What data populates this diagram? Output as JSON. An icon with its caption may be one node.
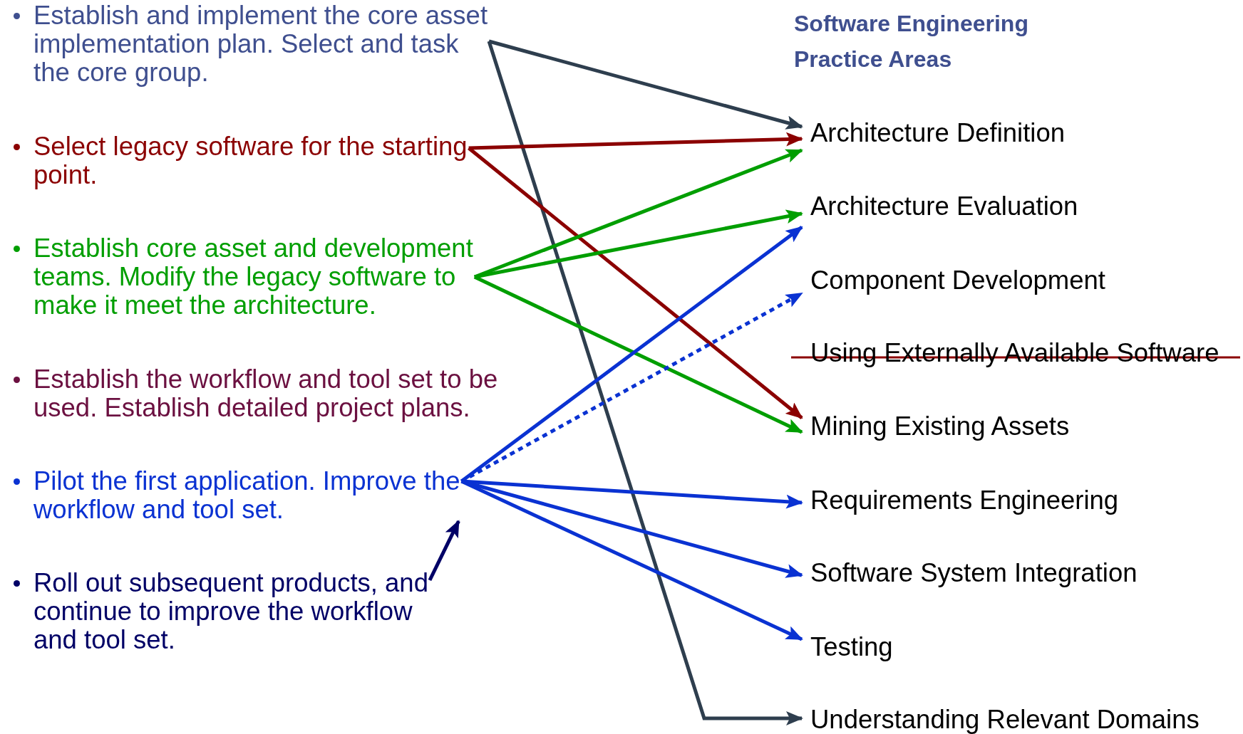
{
  "diagram": {
    "title": "Software Engineering Practice Areas",
    "nodes": [
      {
        "text": [
          "Establish and implement the core asset implementation plan. Select and task the core group."
        ]
      },
      {
        "text": [
          "Select legacy software for the starting point."
        ]
      },
      {
        "text": [
          "Establish core asset and development teams. Modify the legacy software to make it meet the architecture."
        ]
      },
      {
        "text": [
          "Establish the workflow and tool set to be used. Establish detailed project plans."
        ]
      },
      {
        "text": [
          "Pilot the first application. Improve the workflow and tool set."
        ]
      },
      {
        "text": [
          "Roll out subsequent products, and continue to improve the workflow and tool set."
        ]
      },
      {
        "text": [
          "Architecture Definition"
        ]
      },
      {
        "text": [
          "Architecture Evaluation"
        ]
      },
      {
        "text": [
          "Component Development"
        ]
      },
      {
        "text": [
          "Using Externally Available Software"
        ]
      },
      {
        "text": [
          "Mining Existing Assets"
        ]
      },
      {
        "text": [
          "Requirements Engineering"
        ]
      },
      {
        "text": [
          "Software System Integration"
        ]
      },
      {
        "text": [
          "Testing"
        ]
      },
      {
        "text": [
          "Understanding Relevant Domains"
        ]
      }
    ],
    "edges": [
      {
        "from": 0,
        "to": 6,
        "arrow": "to",
        "color": "#2e3e4e"
      },
      {
        "from": 0,
        "to": 14,
        "arrow": "to",
        "color": "#2e3e4e"
      },
      {
        "from": 1,
        "to": 6,
        "arrow": "to",
        "color": "#8b0000"
      },
      {
        "from": 1,
        "to": 10,
        "arrow": "to",
        "color": "#8b0000"
      },
      {
        "from": 2,
        "to": 6,
        "arrow": "to",
        "color": "#009e00"
      },
      {
        "from": 2,
        "to": 7,
        "arrow": "to",
        "color": "#009e00"
      },
      {
        "from": 2,
        "to": 10,
        "arrow": "to",
        "color": "#009e00"
      },
      {
        "from": 4,
        "to": 7,
        "arrow": "to"
      },
      {
        "from": 4,
        "to": 8,
        "arrow": "to",
        "style": "dashed"
      },
      {
        "from": 4,
        "to": 11,
        "arrow": "to"
      },
      {
        "from": 4,
        "to": 12,
        "arrow": "to"
      },
      {
        "from": 4,
        "to": 13,
        "arrow": "to"
      },
      {
        "from": 5,
        "to": 4,
        "arrow": "to",
        "color": "#000066"
      }
    ]
  }
}
